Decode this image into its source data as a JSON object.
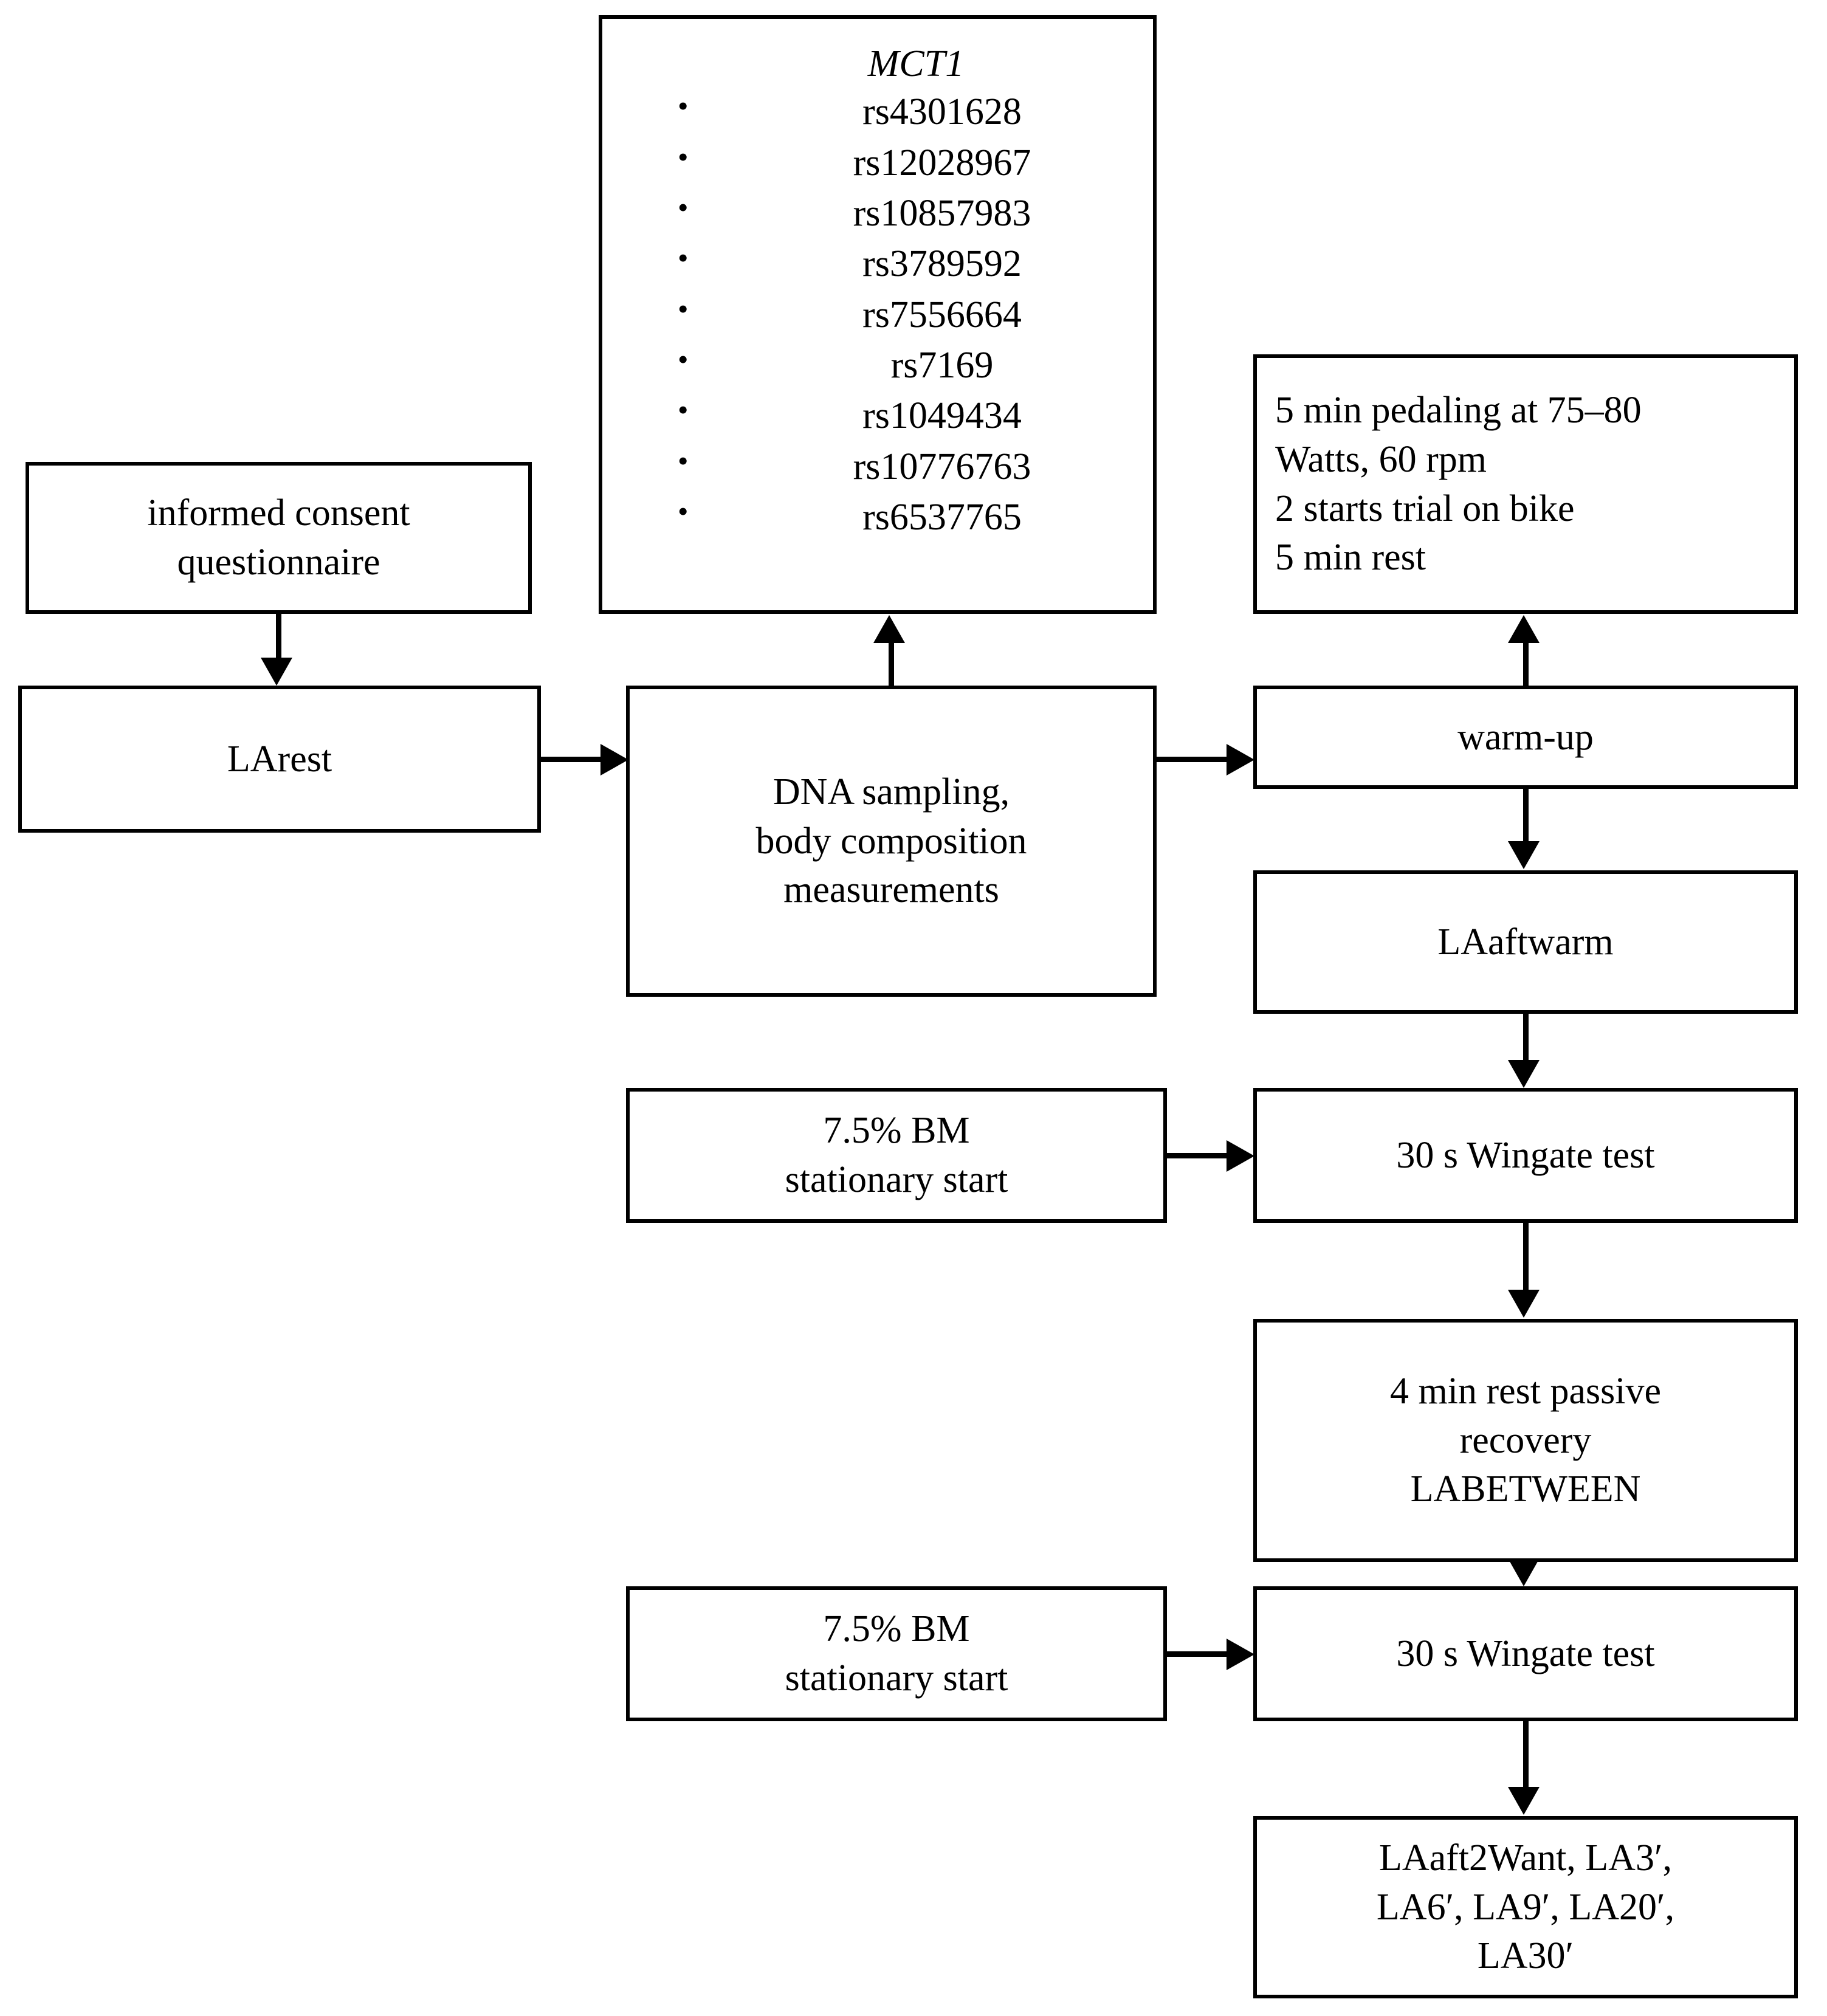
{
  "figure": {
    "kind": "study-protocol-flowchart",
    "background_color": "#ffffff",
    "line_color": "#000000"
  },
  "gene_panel": {
    "gene_name": "MCT1",
    "snps": [
      "rs4301628",
      "rs12028967",
      "rs10857983",
      "rs3789592",
      "rs7556664",
      "rs7169",
      "rs1049434",
      "rs10776763",
      "rs6537765"
    ]
  },
  "nodes": {
    "informed_consent": "informed consent\nquestionnaire",
    "la_rest": "LArest",
    "dna_sampling": "DNA  sampling,\nbody composition\nmeasurements",
    "warmup_detail": "5 min pedaling at 75–80\nWatts, 60 rpm\n2 starts trial on bike\n5 min rest",
    "warmup": "warm-up",
    "la_aftwarm": "LAaftwarm",
    "bm_start_1": "7.5% BM\nstationary start",
    "wingate_1": "30 s Wingate test",
    "rest_between": "4 min rest passive\nrecovery\nLABETWEEN",
    "bm_start_2": "7.5% BM\nstationary start",
    "wingate_2": "30 s Wingate test",
    "la_post": "LAaft2Want, LA3′,\nLA6′, LA9′, LA20′,\nLA30′"
  },
  "edges": [
    {
      "from": "informed_consent",
      "to": "la_rest",
      "direction": "down"
    },
    {
      "from": "la_rest",
      "to": "dna_sampling",
      "direction": "right"
    },
    {
      "from": "dna_sampling",
      "to": "gene_panel",
      "direction": "up"
    },
    {
      "from": "dna_sampling",
      "to": "warmup",
      "direction": "right"
    },
    {
      "from": "warmup",
      "to": "warmup_detail",
      "direction": "up"
    },
    {
      "from": "warmup",
      "to": "la_aftwarm",
      "direction": "down"
    },
    {
      "from": "la_aftwarm",
      "to": "wingate_1",
      "direction": "down"
    },
    {
      "from": "bm_start_1",
      "to": "wingate_1",
      "direction": "right"
    },
    {
      "from": "wingate_1",
      "to": "rest_between",
      "direction": "down"
    },
    {
      "from": "rest_between",
      "to": "wingate_2",
      "direction": "down"
    },
    {
      "from": "bm_start_2",
      "to": "wingate_2",
      "direction": "right"
    },
    {
      "from": "wingate_2",
      "to": "la_post",
      "direction": "down"
    }
  ]
}
